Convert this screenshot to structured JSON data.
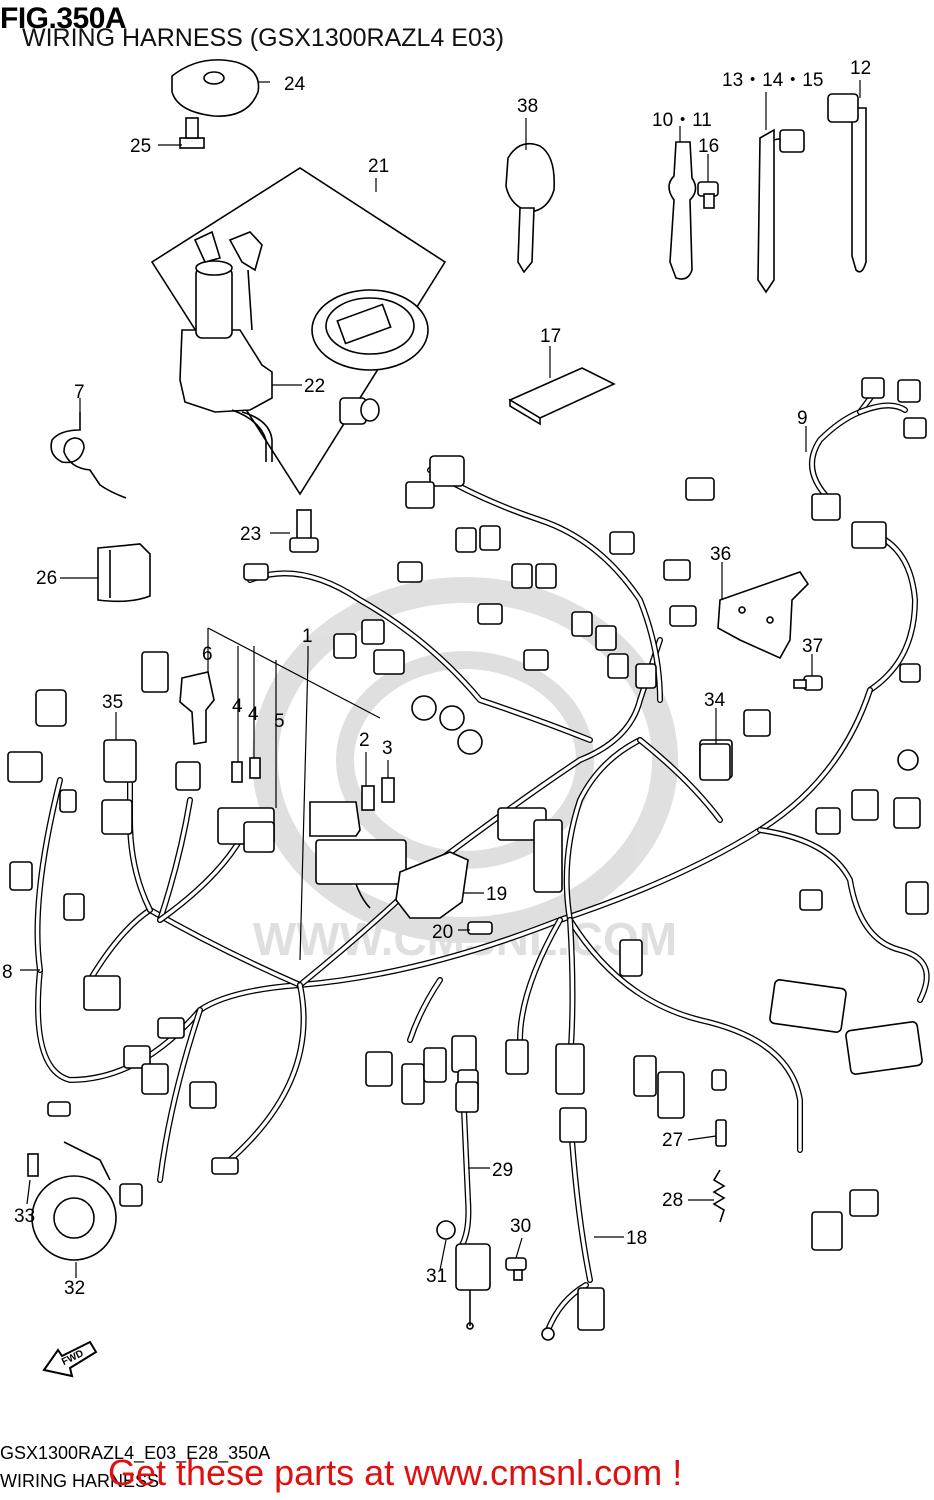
{
  "figure": {
    "title": "FIG.350A",
    "subtitle": "WIRING HARNESS (GSX1300RAZL4 E03)"
  },
  "diagram": {
    "callouts": [
      {
        "id": "c1",
        "text": "1"
      },
      {
        "id": "c2",
        "text": "2"
      },
      {
        "id": "c3",
        "text": "3"
      },
      {
        "id": "c4a",
        "text": "4"
      },
      {
        "id": "c4b",
        "text": "4"
      },
      {
        "id": "c5",
        "text": "5"
      },
      {
        "id": "c6",
        "text": "6"
      },
      {
        "id": "c7",
        "text": "7"
      },
      {
        "id": "c8",
        "text": "8"
      },
      {
        "id": "c9",
        "text": "9"
      },
      {
        "id": "c10",
        "text": "10・11"
      },
      {
        "id": "c12",
        "text": "12"
      },
      {
        "id": "c13",
        "text": "13・14・15"
      },
      {
        "id": "c16",
        "text": "16"
      },
      {
        "id": "c17",
        "text": "17"
      },
      {
        "id": "c18",
        "text": "18"
      },
      {
        "id": "c19",
        "text": "19"
      },
      {
        "id": "c20",
        "text": "20"
      },
      {
        "id": "c21",
        "text": "21"
      },
      {
        "id": "c22",
        "text": "22"
      },
      {
        "id": "c23",
        "text": "23"
      },
      {
        "id": "c24",
        "text": "24"
      },
      {
        "id": "c25",
        "text": "25"
      },
      {
        "id": "c26",
        "text": "26"
      },
      {
        "id": "c27",
        "text": "27"
      },
      {
        "id": "c28",
        "text": "28"
      },
      {
        "id": "c29",
        "text": "29"
      },
      {
        "id": "c30",
        "text": "30"
      },
      {
        "id": "c31",
        "text": "31"
      },
      {
        "id": "c32",
        "text": "32"
      },
      {
        "id": "c33",
        "text": "33"
      },
      {
        "id": "c34",
        "text": "34"
      },
      {
        "id": "c35",
        "text": "35"
      },
      {
        "id": "c36",
        "text": "36"
      },
      {
        "id": "c37",
        "text": "37"
      },
      {
        "id": "c38",
        "text": "38"
      }
    ],
    "fwd_label": "FWD",
    "watermark_text": "WWW.CMSNL.COM"
  },
  "footer": {
    "code": "GSX1300RAZL4_E03_E28_350A",
    "name": "WIRING HARNESS",
    "promo": "Get these parts at www.cmsnl.com !"
  },
  "colors": {
    "promo": "#e01010",
    "ink": "#000000",
    "paper": "#ffffff"
  }
}
